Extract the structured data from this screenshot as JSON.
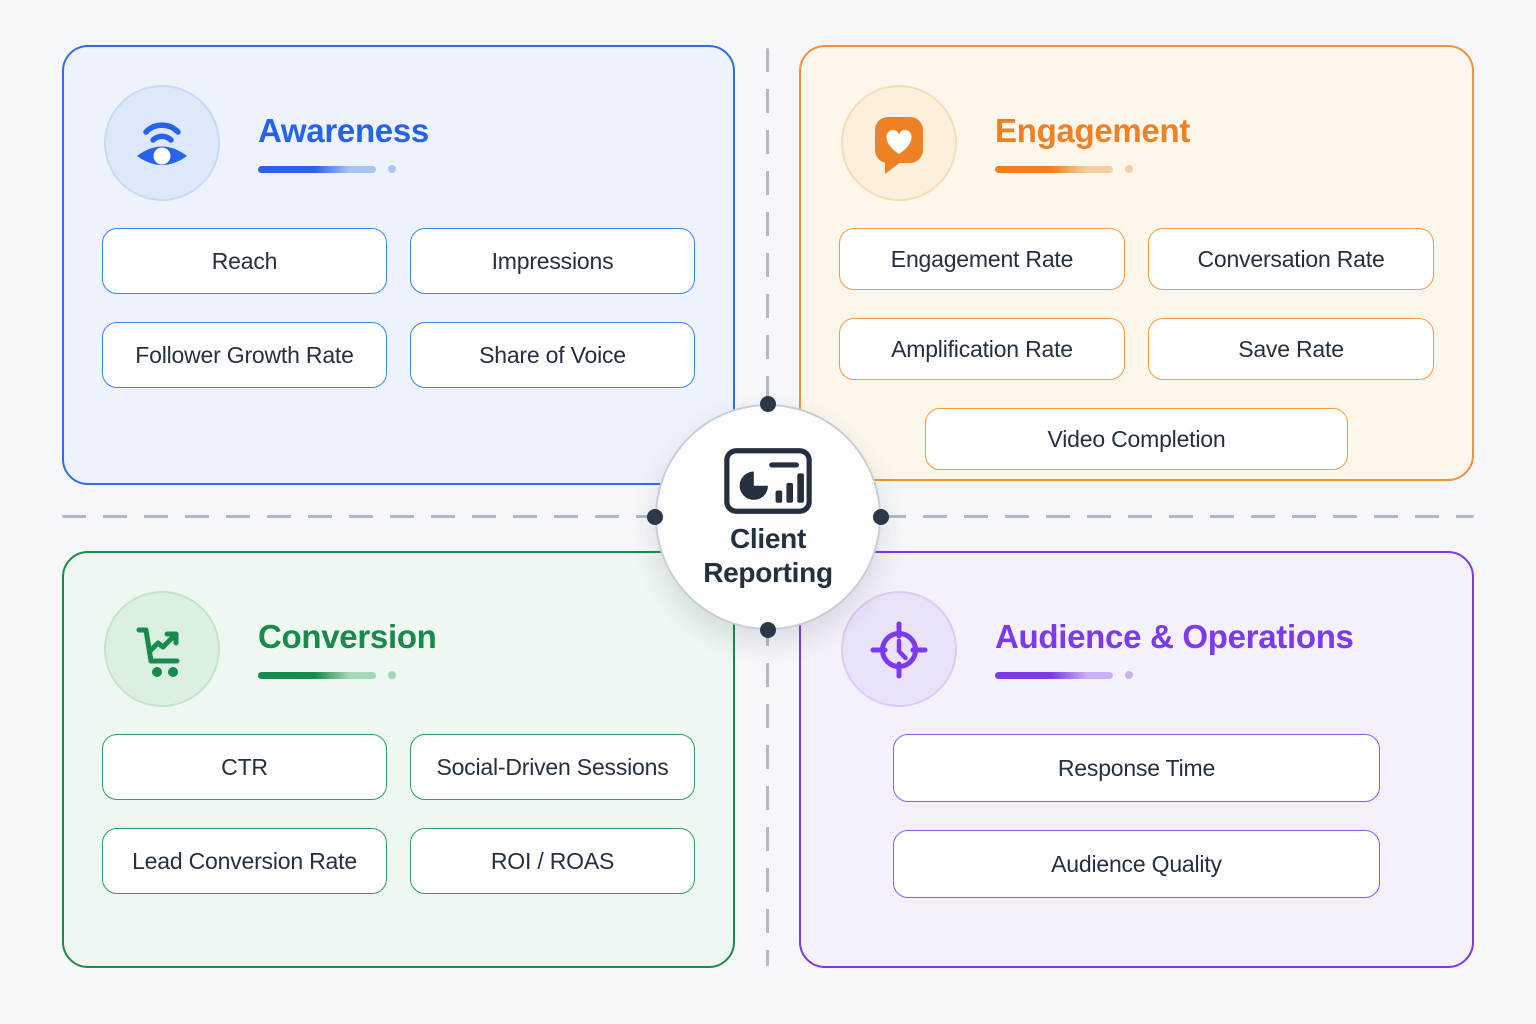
{
  "center": {
    "label": "Client Reporting",
    "icon": "dashboard-report-icon",
    "circle_border": "#c9ced6",
    "text_color": "#25303e"
  },
  "connector": {
    "dash_color": "#b3b9c2",
    "dot_color": "#2b3847"
  },
  "quadrants": [
    {
      "id": "awareness",
      "title": "Awareness",
      "icon": "eye-signal-icon",
      "colors": {
        "accent": "#2563eb",
        "accent_soft": "#a6c4f6",
        "card_bg": "#eef3fb",
        "card_border": "#2f6fe0",
        "box_border": "#3b82f6",
        "icon_bg": "#dde9fa",
        "icon_ring": "#c7d9f6"
      },
      "metrics": [
        "Reach",
        "Impressions",
        "Follower Growth Rate",
        "Share of Voice"
      ]
    },
    {
      "id": "engagement",
      "title": "Engagement",
      "icon": "heart-chat-icon",
      "colors": {
        "accent": "#ee8125",
        "accent_soft": "#f6cf9d",
        "card_bg": "#fdf6eb",
        "card_border": "#f0923a",
        "box_border": "#f09a42",
        "icon_bg": "#fcefdc",
        "icon_ring": "#f6ddb6"
      },
      "metrics": [
        "Engagement Rate",
        "Conversation Rate",
        "Amplification Rate",
        "Save Rate",
        "Video Completion"
      ]
    },
    {
      "id": "conversion",
      "title": "Conversion",
      "icon": "cart-growth-icon",
      "colors": {
        "accent": "#188a4a",
        "accent_soft": "#a5d8b8",
        "card_bg": "#eef7f0",
        "card_border": "#1d8a4c",
        "box_border": "#2f9c60",
        "icon_bg": "#dcf0e2",
        "icon_ring": "#c2e4cd"
      },
      "metrics": [
        "CTR",
        "Social-Driven Sessions",
        "Lead Conversion Rate",
        "ROI / ROAS"
      ]
    },
    {
      "id": "audience",
      "title": "Audience & Operations",
      "icon": "target-clock-icon",
      "colors": {
        "accent": "#7c3aed",
        "accent_soft": "#c9b1f3",
        "card_bg": "#f4f1fb",
        "card_border": "#7c3bdf",
        "box_border": "#8b5cf6",
        "icon_bg": "#eae2f9",
        "icon_ring": "#d9cbf4"
      },
      "metrics": [
        "Response Time",
        "Audience Quality"
      ]
    }
  ]
}
